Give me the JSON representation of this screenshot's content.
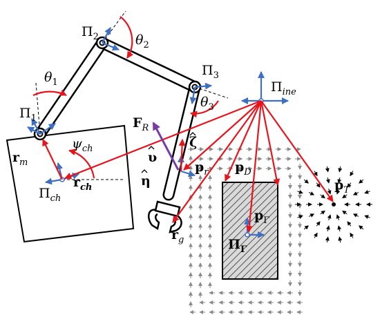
{
  "labels": {
    "pi1": {
      "main": "Π",
      "sub": "1"
    },
    "pi2": {
      "main": "Π",
      "sub": "2"
    },
    "pi3": {
      "main": "Π",
      "sub": "3"
    },
    "pi_ine": {
      "main": "Π",
      "sub": "ine"
    },
    "pi_ch": {
      "main": "Π",
      "sub": "ch"
    },
    "pi_gamma": {
      "main": "Π",
      "sub": "Γ"
    },
    "theta1": {
      "main": "θ",
      "sub": "1"
    },
    "theta2": {
      "main": "θ",
      "sub": "2"
    },
    "theta3": {
      "main": "θ",
      "sub": "3"
    },
    "psi_ch": {
      "main": "ψ",
      "sub": "ch"
    },
    "r_m": {
      "main": "r",
      "sub": "m"
    },
    "r_ch": {
      "main": "r",
      "sub": "ch"
    },
    "r_g": {
      "main": "r",
      "sub": "g"
    },
    "F_R": {
      "main": "F",
      "sub": "R"
    },
    "zeta": {
      "main": "ζ",
      "sub": ""
    },
    "upsilon": {
      "main": "υ",
      "sub": ""
    },
    "eta": {
      "main": "η",
      "sub": ""
    },
    "p_r": {
      "main": "p",
      "sub": "r"
    },
    "p_D": {
      "main": "p",
      "sub": "D"
    },
    "p_T": {
      "main": "p",
      "sub": "T"
    },
    "p_gamma": {
      "main": "p",
      "sub": "Γ"
    }
  },
  "colors": {
    "red": "#e8141b",
    "blue": "#3d6fc4",
    "purple": "#7a3aa6",
    "gray": "#8a8a8a",
    "black": "#000000"
  }
}
